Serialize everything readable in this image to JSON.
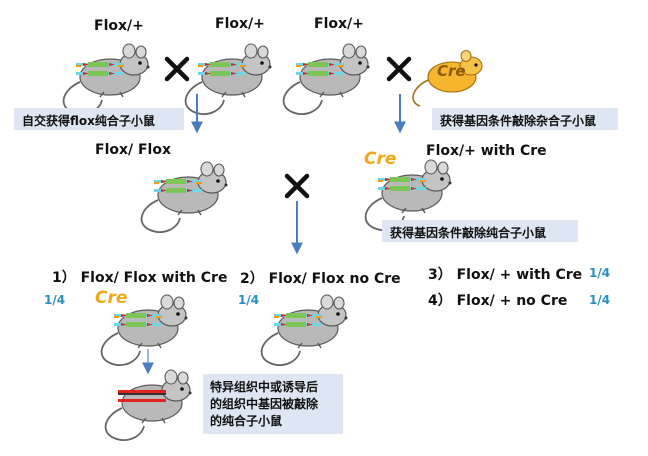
{
  "top": {
    "parent1": "Flox/+",
    "parent2": "Flox/+",
    "parent3": "Flox/+",
    "cre_tag": "Cre"
  },
  "boxes": {
    "selfcross": "自交获得flox纯合子小鼠",
    "hetero_ko": "获得基因条件敲除杂合子小鼠",
    "homo_ko": "获得基因条件敲除纯合子小鼠",
    "tissue_line1": "特异组织中或诱导后",
    "tissue_line2": "的组织中基因被敲除",
    "tissue_line3": "的纯合子小鼠"
  },
  "middle": {
    "flox_flox": "Flox/ Flox",
    "flox_plus_cre": "Flox/+ with Cre",
    "cre_tag": "Cre"
  },
  "offspring": [
    {
      "label": "1） Flox/ Flox with Cre",
      "fraction": "1/4"
    },
    {
      "label": "2） Flox/ Flox no Cre",
      "fraction": "1/4"
    },
    {
      "label": "3） Flox/ + with Cre",
      "fraction": "1/4"
    },
    {
      "label": "4） Flox/ + no Cre",
      "fraction": "1/4"
    }
  ],
  "bottom": {
    "cre_tag": "Cre"
  },
  "colors": {
    "arrow": "#4a7cc0",
    "box_bg": "#dde6f2",
    "cross": "#111111",
    "cre": "#f0a81a",
    "fraction": "#2a8fc0"
  }
}
